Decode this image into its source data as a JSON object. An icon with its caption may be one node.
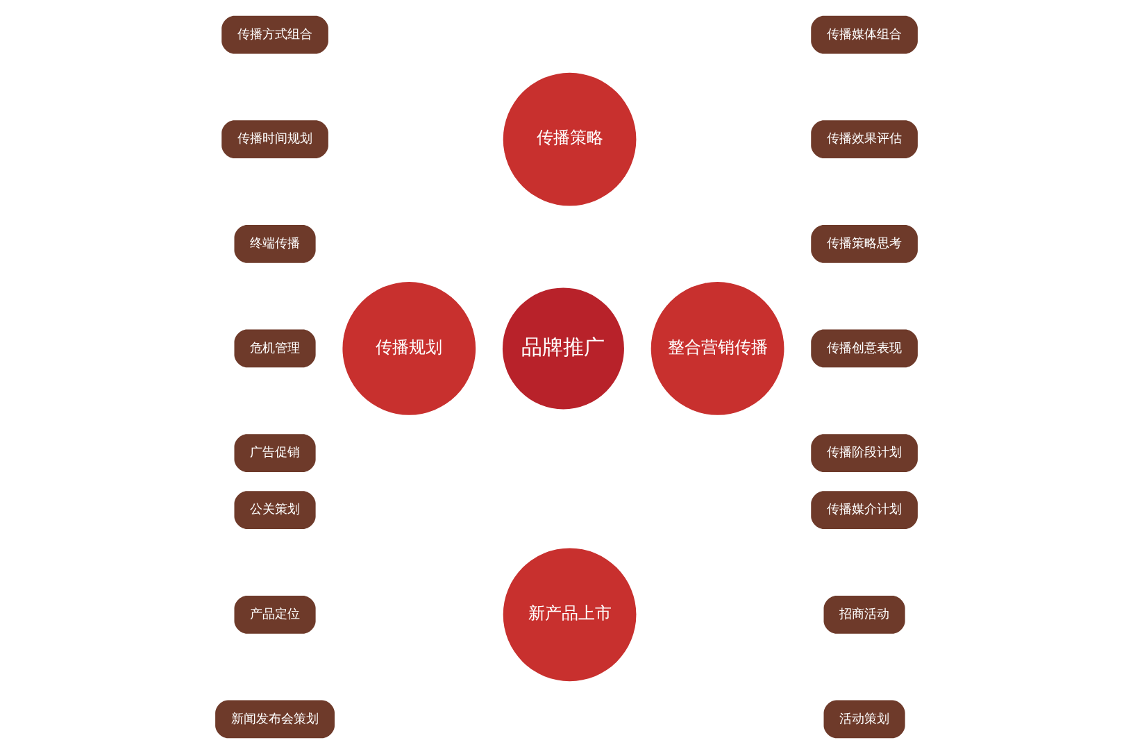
{
  "diagram": {
    "nodes": [
      {
        "text": [
          "品牌推广"
        ]
      },
      {
        "text": [
          "传播策略"
        ]
      },
      {
        "text": [
          "整合营销传播"
        ]
      },
      {
        "text": [
          "新产品上市"
        ]
      },
      {
        "text": [
          "传播规划"
        ]
      },
      {
        "text": [
          "传播方式组合"
        ]
      },
      {
        "text": [
          "传播时间规划"
        ]
      },
      {
        "text": [
          "传播媒体组合"
        ]
      },
      {
        "text": [
          "传播效果评估"
        ]
      },
      {
        "text": [
          "传播策略思考"
        ]
      },
      {
        "text": [
          "传播创意表现"
        ]
      },
      {
        "text": [
          "传播阶段计划"
        ]
      },
      {
        "text": [
          "传播媒介计划"
        ]
      },
      {
        "text": [
          "产品定位"
        ]
      },
      {
        "text": [
          "新闻发布会策划"
        ]
      },
      {
        "text": [
          "招商活动"
        ]
      },
      {
        "text": [
          "活动策划"
        ]
      },
      {
        "text": [
          "终端传播"
        ]
      },
      {
        "text": [
          "危机管理"
        ]
      },
      {
        "text": [
          "广告促销"
        ]
      },
      {
        "text": [
          "公关策划"
        ]
      }
    ]
  }
}
